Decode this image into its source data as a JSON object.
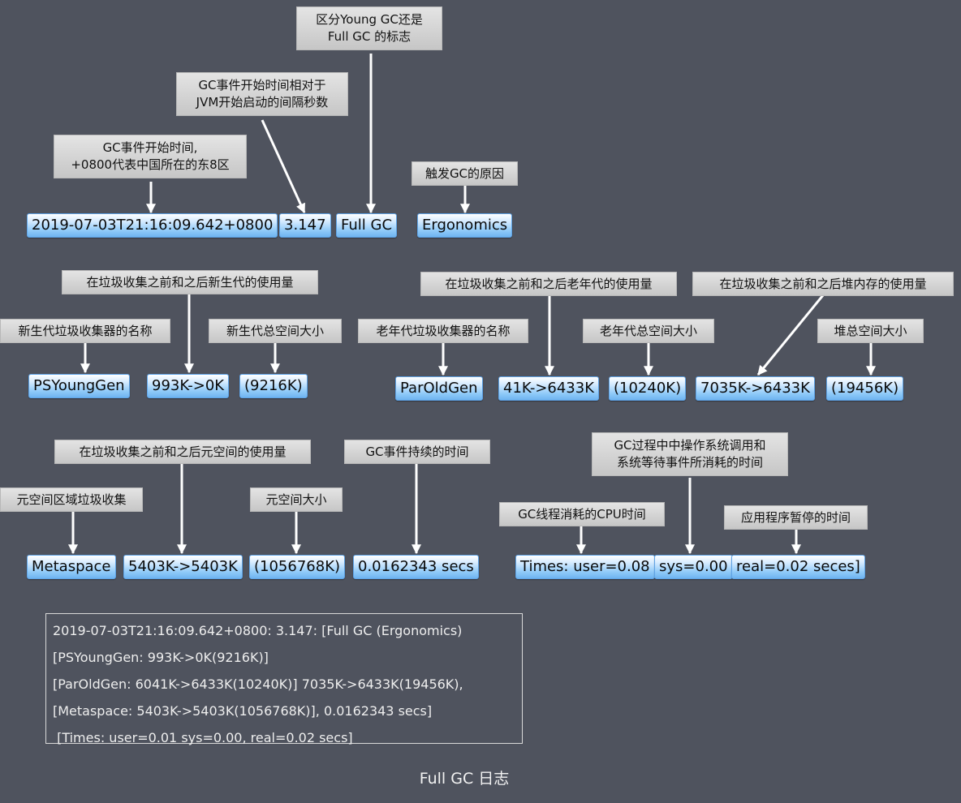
{
  "top": {
    "gc_type_note": [
      "区分Young GC还是",
      "Full GC 的标志"
    ],
    "uptime_note": [
      "GC事件开始时间相对于",
      "JVM开始启动的间隔秒数"
    ],
    "timestamp_note": [
      "GC事件开始时间,",
      "+0800代表中国所在的东8区"
    ],
    "cause_note": "触发GC的原因",
    "values": {
      "timestamp": "2019-07-03T21:16:09.642+0800",
      "uptime": "3.147",
      "gc_type": "Full GC",
      "cause": "Ergonomics"
    }
  },
  "young": {
    "usage_note": "在垃圾收集之前和之后新生代的使用量",
    "collector_note": "新生代垃圾收集器的名称",
    "total_note": "新生代总空间大小",
    "values": {
      "collector": "PSYoungGen",
      "usage": "993K->0K",
      "total": "(9216K)"
    }
  },
  "old": {
    "usage_note": "在垃圾收集之前和之后老年代的使用量",
    "collector_note": "老年代垃圾收集器的名称",
    "total_note": "老年代总空间大小",
    "values": {
      "collector": "ParOldGen",
      "usage": "41K->6433K",
      "total": "(10240K)"
    }
  },
  "heap": {
    "usage_note": "在垃圾收集之前和之后堆内存的使用量",
    "total_note": "堆总空间大小",
    "values": {
      "usage": "7035K->6433K",
      "total": "(19456K)"
    }
  },
  "meta": {
    "usage_note": "在垃圾收集之前和之后元空间的使用量",
    "collector_note": "元空间区域垃圾收集",
    "total_note": "元空间大小",
    "duration_note": "GC事件持续的时间",
    "values": {
      "collector": "Metaspace",
      "usage": "5403K->5403K",
      "total": "(1056768K)",
      "duration": "0.0162343 secs"
    }
  },
  "times": {
    "sys_note": [
      "GC过程中中操作系统调用和",
      "系统等待事件所消耗的时间"
    ],
    "user_note": "GC线程消耗的CPU时间",
    "real_note": "应用程序暂停的时间",
    "values": {
      "user": "Times: user=0.08",
      "sys": "sys=0.00",
      "real": "real=0.02 seces]"
    }
  },
  "log": {
    "lines": [
      "2019-07-03T21:16:09.642+0800:  3.147: [Full GC (Ergonomics)",
      "[PSYoungGen:  993K->0K(9216K)]",
      "[ParOldGen:  6041K->6433K(10240K)]  7035K->6433K(19456K),",
      "[Metaspace:  5403K->5403K(1056768K)],  0.0162343  secs]",
      " [Times: user=0.01 sys=0.00, real=0.02 secs]"
    ]
  },
  "caption": "Full GC 日志"
}
